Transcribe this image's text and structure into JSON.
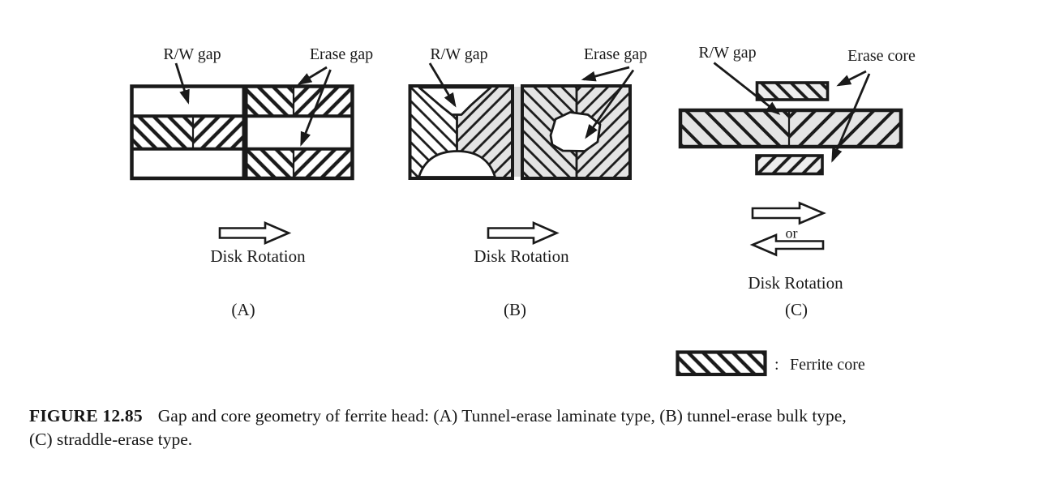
{
  "figure": {
    "panels": [
      {
        "letter": "(A)",
        "rw_gap_label": "R/W gap",
        "erase_label": "Erase gap",
        "rotation_label": "Disk Rotation"
      },
      {
        "letter": "(B)",
        "rw_gap_label": "R/W gap",
        "erase_label": "Erase gap",
        "rotation_label": "Disk Rotation"
      },
      {
        "letter": "(C)",
        "rw_gap_label": "R/W gap",
        "erase_label": "Erase core",
        "or_label": "or",
        "rotation_label": "Disk Rotation"
      }
    ],
    "legend": {
      "separator": ":",
      "label": "Ferrite core"
    },
    "caption": {
      "tag": "FIGURE 12.85",
      "line1": "Gap and core geometry of ferrite head: (A) Tunnel-erase laminate type, (B) tunnel-erase bulk type,",
      "line2": "(C) straddle-erase type."
    },
    "colors": {
      "ink": "#1a1a1a",
      "hatch_gray": "#e4e4e4",
      "paper": "#ffffff"
    }
  }
}
